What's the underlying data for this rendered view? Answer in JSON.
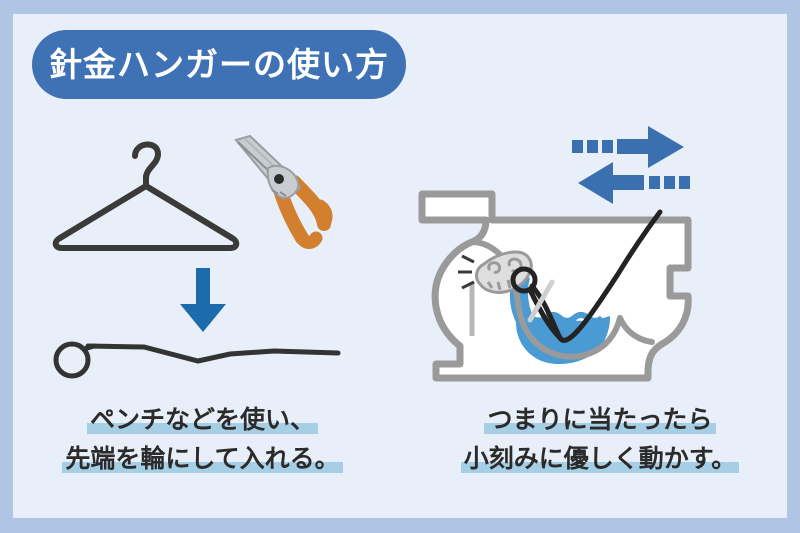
{
  "meta": {
    "figure_kind": "instructional-illustration",
    "language": "ja"
  },
  "colors": {
    "outer_border": "#b0c5e4",
    "panel_background": "#e9eff8",
    "title_pill": "#3f72b4",
    "title_text": "#ffffff",
    "caption_text": "#2b2b2b",
    "caption_highlight": "#a6cfe6",
    "down_arrow": "#1c6cab",
    "motion_arrow": "#3a6fb0",
    "wire_dark": "#333333",
    "hanger_outline": "#3a3a38",
    "pliers_handle": "#d2802f",
    "pliers_metal": "#c9cdd1",
    "toilet_outline": "#9a9a9a",
    "toilet_body": "#ffffff",
    "water": "#4a9ad4",
    "clog_fill": "#dedede"
  },
  "header": {
    "title": "針金ハンガーの使い方"
  },
  "left_panel": {
    "step1_items": [
      {
        "icon": "wire-hanger-icon",
        "label": "針金ハンガー"
      },
      {
        "icon": "pliers-icon",
        "label": "ペンチ"
      }
    ],
    "transition_icon": "down-arrow-icon",
    "step2_items": [
      {
        "icon": "straightened-wire-with-loop-icon",
        "label": "輪にした針金"
      }
    ],
    "caption_lines": [
      "ペンチなどを使い、",
      "先端を輪にして入れる。"
    ]
  },
  "right_panel": {
    "illustration_icon": "toilet-cross-section-icon",
    "motion_arrows": [
      {
        "icon": "arrow-right-dashed-icon",
        "direction": "right"
      },
      {
        "icon": "arrow-left-dashed-icon",
        "direction": "left"
      }
    ],
    "parts": [
      {
        "icon": "clog-mass-icon",
        "label": "つまり"
      },
      {
        "icon": "water-pool-icon",
        "label": "水"
      },
      {
        "icon": "inserted-wire-icon",
        "label": "針金"
      }
    ],
    "caption_lines": [
      "つまりに当たったら",
      "小刻みに優しく動かす。"
    ]
  }
}
